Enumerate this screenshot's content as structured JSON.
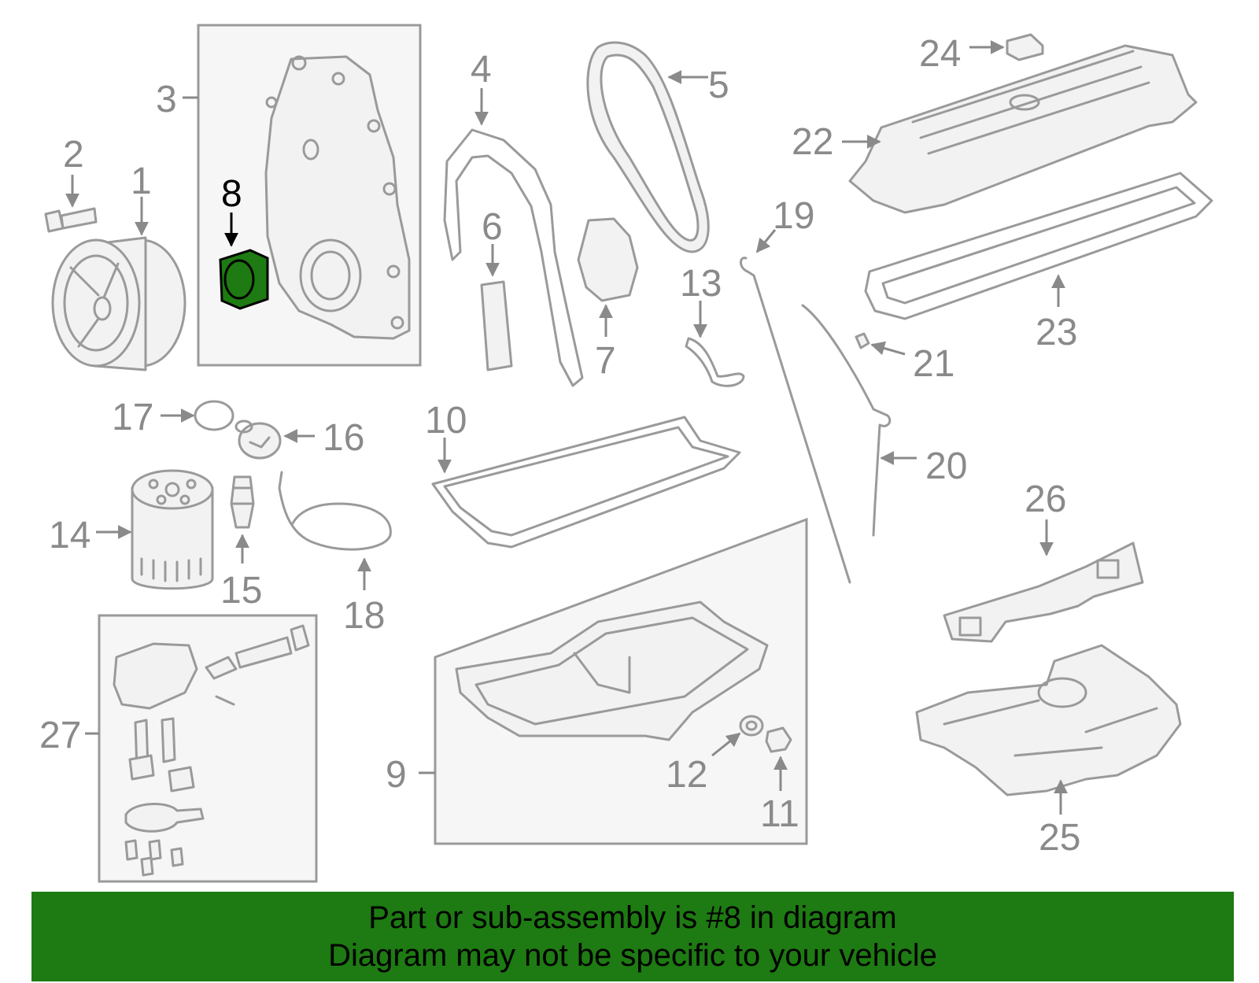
{
  "callouts": {
    "c1": "1",
    "c2": "2",
    "c3": "3",
    "c4": "4",
    "c5": "5",
    "c6": "6",
    "c7": "7",
    "c8": "8",
    "c9": "9",
    "c10": "10",
    "c11": "11",
    "c12": "12",
    "c13": "13",
    "c14": "14",
    "c15": "15",
    "c16": "16",
    "c17": "17",
    "c18": "18",
    "c19": "19",
    "c20": "20",
    "c21": "21",
    "c22": "22",
    "c23": "23",
    "c24": "24",
    "c25": "25",
    "c26": "26",
    "c27": "27"
  },
  "highlight": {
    "part_number": "8",
    "color": "#1e7a12"
  },
  "banner": {
    "line1": "Part or sub-assembly is #8 in diagram",
    "line2": "Diagram may not be specific to your vehicle"
  }
}
